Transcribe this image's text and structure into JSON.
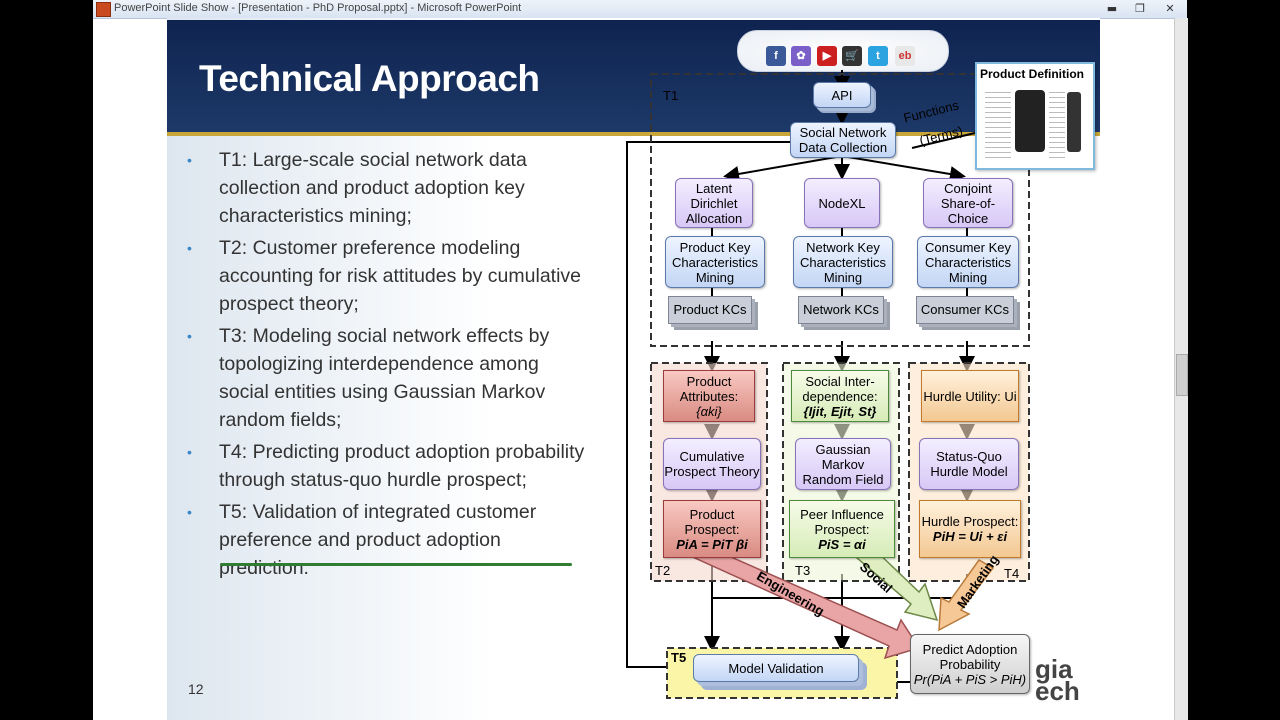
{
  "window": {
    "title": "PowerPoint Slide Show - [Presentation - PhD Proposal.pptx] - Microsoft PowerPoint",
    "min_glyph": "▬",
    "restore_glyph": "❐",
    "close_glyph": "✕"
  },
  "slide": {
    "title": "Technical Approach",
    "page_number": "12",
    "bullets": [
      {
        "label": "T1: Large-scale social network data collection and product adoption key characteristics mining;"
      },
      {
        "label": "T2: Customer preference modeling accounting for risk attitudes by cumulative prospect theory;"
      },
      {
        "label": "T3: Modeling social network effects by topologizing interdependence among social entities using Gaussian Markov random fields;"
      },
      {
        "label": "T4: Predicting product adoption probability through status-quo hurdle prospect;"
      },
      {
        "label": "T5: Validation of integrated customer preference and product adoption prediction."
      }
    ],
    "bullet_glyph": "•"
  },
  "social_icons": [
    {
      "name": "facebook-icon",
      "glyph": "f",
      "color": "#3b5998"
    },
    {
      "name": "flickr-icon",
      "glyph": "✿",
      "color": "#7a5fc8"
    },
    {
      "name": "youtube-icon",
      "glyph": "▶",
      "color": "#cc1f1f"
    },
    {
      "name": "amazon-icon",
      "glyph": "🛒",
      "color": "#333333"
    },
    {
      "name": "twitter-icon",
      "glyph": "t",
      "color": "#2aa3e0"
    },
    {
      "name": "ebay-icon",
      "glyph": "eb",
      "color": "#e8e8e8"
    }
  ],
  "diagram": {
    "t1": "T1",
    "t2": "T2",
    "t3": "T3",
    "t4": "T4",
    "t5": "T5",
    "api": "API",
    "snd": "Social Network Data Collection",
    "functions": "Functions",
    "terms": "(Terms)",
    "product_definition": "Product Definition",
    "lda": "Latent Dirichlet Allocation",
    "nodexl": "NodeXL",
    "conjoint": "Conjoint Share-of-Choice",
    "pkcm": "Product Key Characteristics Mining",
    "nkcm": "Network Key Characteristics Mining",
    "ckcm": "Consumer Key Characteristics Mining",
    "product_kcs": "Product KCs",
    "network_kcs": "Network KCs",
    "consumer_kcs": "Consumer KCs",
    "product_attributes": "Product Attributes:",
    "product_attributes_eq": "{αki}",
    "social_inter": "Social Inter-dependence:",
    "social_inter_eq": "{Ijit, Ejit, St}",
    "hurdle_utility": "Hurdle Utility: Ui",
    "cpt": "Cumulative Prospect Theory",
    "gmrf": "Gaussian Markov Random Field",
    "sqhm": "Status-Quo Hurdle Model",
    "product_prospect": "Product Prospect:",
    "product_prospect_eq": "PiA = PiT βi",
    "peer_prospect": "Peer Influence Prospect:",
    "peer_prospect_eq": "PiS = αi",
    "hurdle_prospect": "Hurdle Prospect:",
    "hurdle_prospect_eq": "PiH = Ui + εi",
    "engineering": "Engineering",
    "social": "Social",
    "marketing": "Marketing",
    "predict": "Predict Adoption Probability",
    "predict_eq": "Pr(PiA + PiS > PiH)",
    "model_validation": "Model Validation",
    "logo": "gia ech"
  }
}
